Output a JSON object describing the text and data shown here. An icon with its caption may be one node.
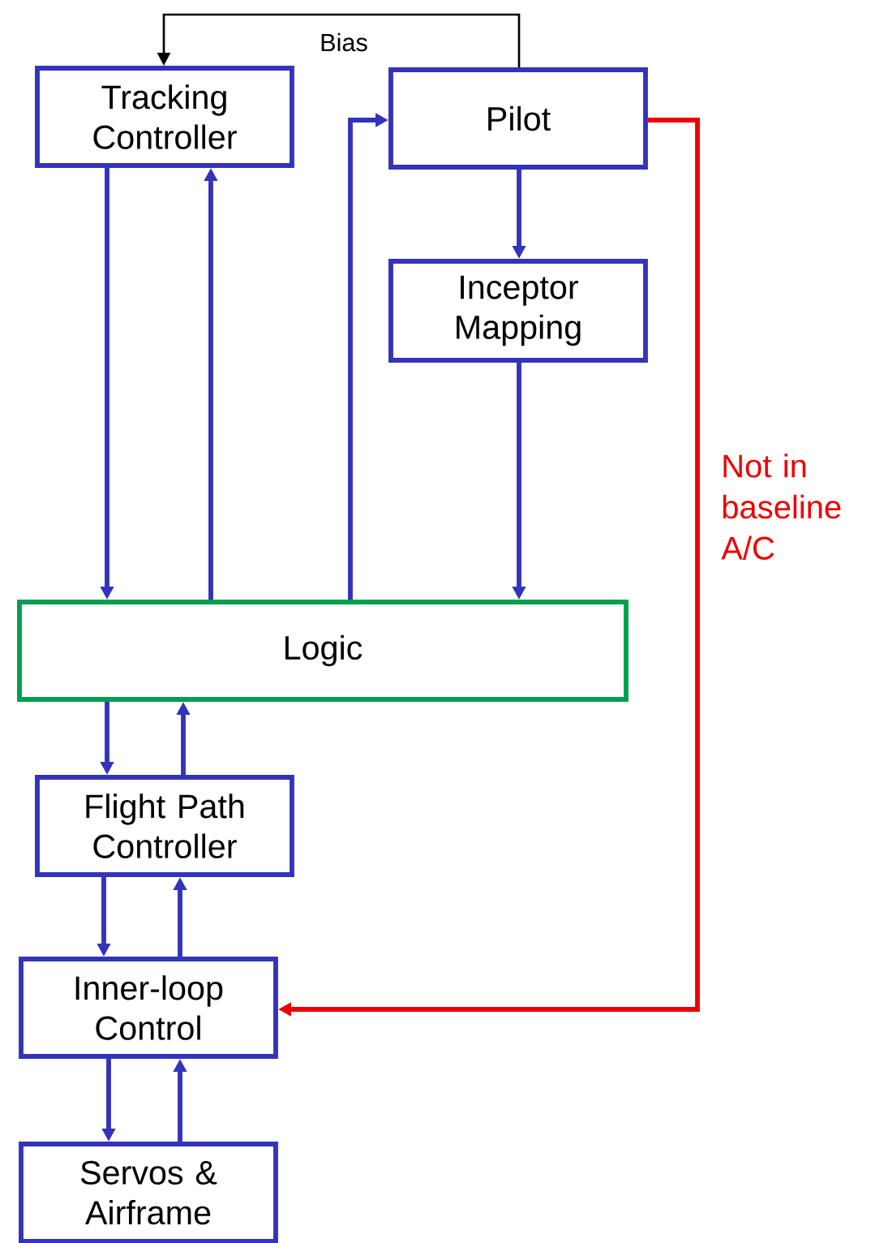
{
  "diagram": {
    "nodes": [
      {
        "text": [
          "Tracking Controller"
        ]
      },
      {
        "text": [
          "Pilot"
        ]
      },
      {
        "text": [
          "Inceptor Mapping"
        ]
      },
      {
        "text": [
          "Logic"
        ]
      },
      {
        "text": [
          "Flight Path Controller"
        ]
      },
      {
        "text": [
          "Inner-loop Control"
        ]
      },
      {
        "text": [
          "Servos & Airframe"
        ]
      }
    ],
    "edges": [
      {
        "from": 1,
        "to": 0,
        "arrow": "to",
        "label": "Bias",
        "color": "#000000"
      },
      {
        "from": 0,
        "to": 3,
        "arrow": "to"
      },
      {
        "from": 3,
        "to": 0,
        "arrow": "to"
      },
      {
        "from": 3,
        "to": 1,
        "arrow": "to"
      },
      {
        "from": 1,
        "to": 2,
        "arrow": "to"
      },
      {
        "from": 2,
        "to": 3,
        "arrow": "to"
      },
      {
        "from": 3,
        "to": 4,
        "arrow": "to"
      },
      {
        "from": 4,
        "to": 3,
        "arrow": "to"
      },
      {
        "from": 4,
        "to": 5,
        "arrow": "to"
      },
      {
        "from": 5,
        "to": 4,
        "arrow": "to"
      },
      {
        "from": 5,
        "to": 6,
        "arrow": "to"
      },
      {
        "from": 6,
        "to": 5,
        "arrow": "to"
      },
      {
        "from": 1,
        "to": 5,
        "arrow": "to",
        "label": "Not in baseline A/C",
        "color": "#ee0000"
      }
    ]
  }
}
